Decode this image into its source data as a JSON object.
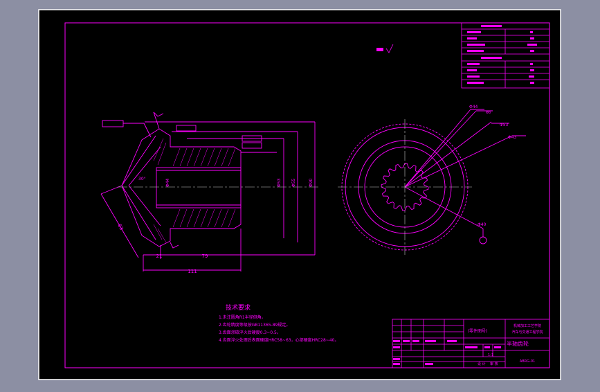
{
  "colors": {
    "background_outer": "#8c8fa3",
    "sheet": "#000000",
    "line": "#ff00ff",
    "frame": "#ffffff",
    "centerline": "#c8c8c8"
  },
  "icons": [
    "roughness-symbol",
    "datum-circle-symbol"
  ],
  "title_block": {
    "drawing_label": "(零件图号)",
    "part_name": "半轴齿轮",
    "school": "机械加工工艺学院",
    "school_line2": "汽车与交通工程学院",
    "scale": "1:1",
    "drawing_no": "ABRG-01",
    "designer_row": "设 计",
    "checker_row": "审 核"
  },
  "notes": {
    "title": "技术要求",
    "items": [
      "1.未注圆角R1半径倒角。",
      "2.齿轮精度等级按GB11365-89规定。",
      "3.齿面渗碳淬火后硬度0.3~0.5。",
      "4.齿面淬火处理后表面硬度HRC58~63，心部硬度HRC28~40。"
    ]
  },
  "dimensions": {
    "d1": "21",
    "d2": "79",
    "d3": "111",
    "d4": "Φ44",
    "d5": "Φ55",
    "d6": "Φ40",
    "d7": "Φ43",
    "d8": "Φ53",
    "d9": "Φ8",
    "d10": "Φ90",
    "d11": "63",
    "ang": "30°"
  }
}
